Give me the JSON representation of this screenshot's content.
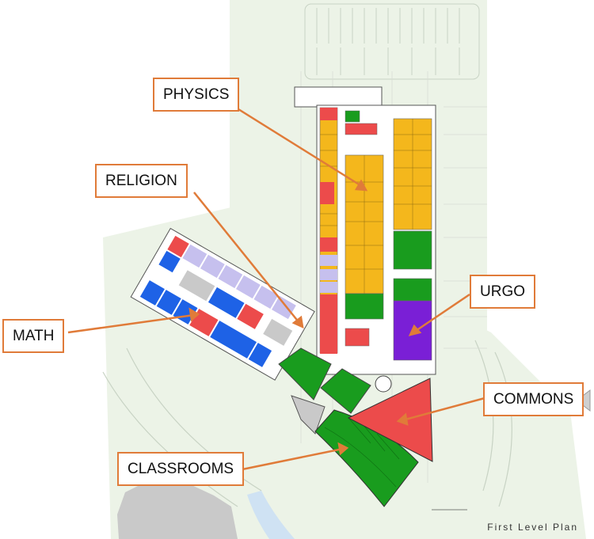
{
  "labels": {
    "physics": "PHYSICS",
    "religion": "RELIGION",
    "math": "MATH",
    "urgo": "URGO",
    "commons": "COMMONS",
    "classrooms": "CLASSROOMS"
  },
  "caption": "First Level Plan",
  "colors": {
    "background_site": "#ecf3e7",
    "physics_yellow": "#f4b71c",
    "religion_lavender": "#c6c0ee",
    "math_blue": "#1e62e6",
    "urgo_purple": "#7a1fd6",
    "commons_red": "#ec4b4b",
    "classrooms_green": "#199c1e",
    "gray_space": "#c9c9c9",
    "callout_border": "#e07b39",
    "arrow_orange": "#e07b39"
  }
}
